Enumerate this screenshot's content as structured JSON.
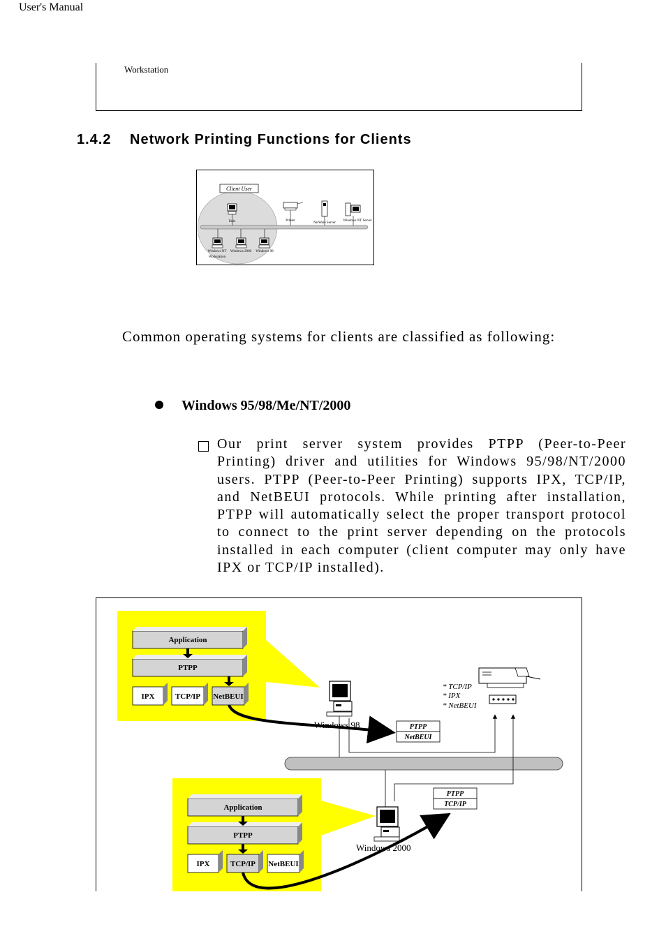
{
  "header": {
    "title": "User's Manual"
  },
  "top_box": {
    "label": "Workstation"
  },
  "section": {
    "number": "1.4.2",
    "title": "Network Printing Functions for Clients"
  },
  "figure1": {
    "client_user": "Client User",
    "unix": "Unix",
    "printer": "Printer",
    "netware_server": "NetWare Server",
    "nt_server": "Windows NT Server",
    "nt_workstation_1": "Windows NT",
    "nt_workstation_2": "Workstation",
    "win2000": "Windows 2000",
    "win98": "Windows 98"
  },
  "intro": "Common operating systems for clients are classified as following:",
  "bullet": "Windows 95/98/Me/NT/2000",
  "paragraph": "Our print server system provides PTPP (Peer-to-Peer Printing) driver and utilities for Windows 95/98/NT/2000 users. PTPP (Peer-to-Peer Printing) supports IPX, TCP/IP, and NetBEUI protocols. While printing after installation, PTPP will automatically select the proper transport protocol to connect to the print server depending on the protocols installed in each computer (client computer may only have IPX or TCP/IP installed).",
  "figure2": {
    "stack_top": {
      "application": "Application",
      "ptpp": "PTPP",
      "ipx": "IPX",
      "tcpip": "TCP/IP",
      "netbeui": "NetBEUI"
    },
    "stack_bottom": {
      "application": "Application",
      "ptpp": "PTPP",
      "ipx": "IPX",
      "tcpip": "TCP/IP",
      "netbeui": "NetBEUI"
    },
    "win98_label": "Windows 98",
    "win2000_label": "Windows 2000",
    "packet1": {
      "top": "PTPP",
      "bottom": "NetBEUI"
    },
    "packet2": {
      "top": "PTPP",
      "bottom": "TCP/IP"
    },
    "protocols": [
      "* TCP/IP",
      "* IPX",
      "* NetBEUI"
    ],
    "colors": {
      "highlight": "#ffff00",
      "cable": "#c0c0c0",
      "block": "#d4d4d4"
    }
  }
}
